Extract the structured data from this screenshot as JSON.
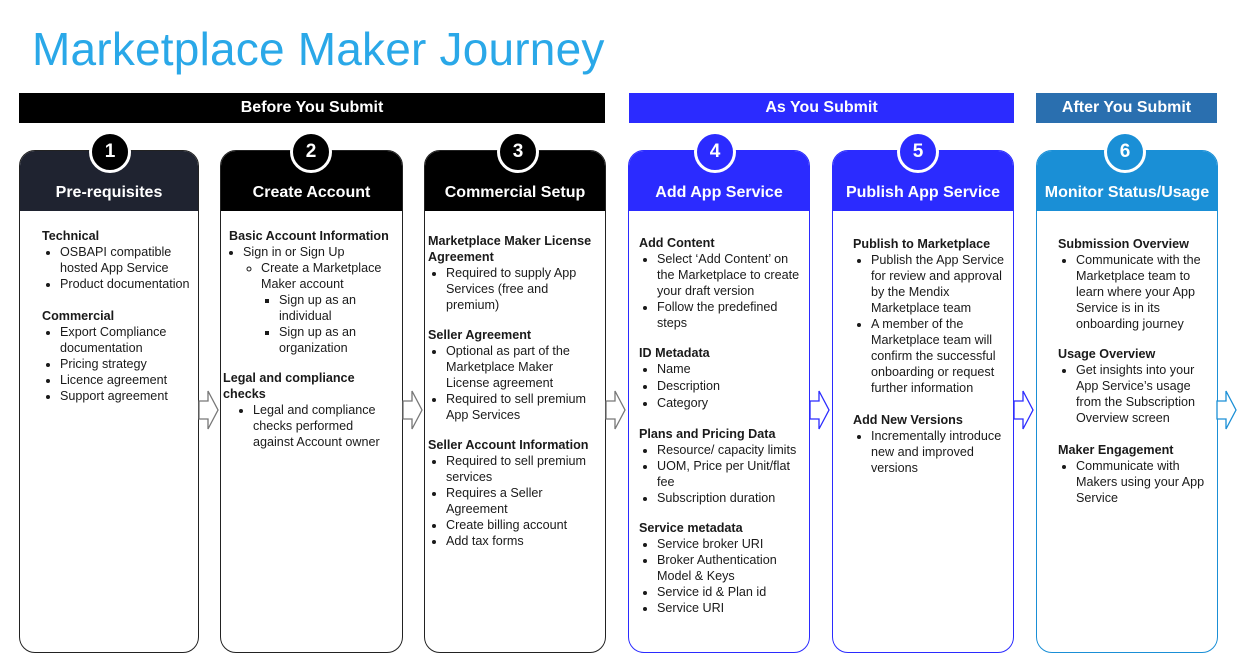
{
  "title": "Marketplace Maker Journey",
  "phases": {
    "before": "Before You Submit",
    "as": "As You Submit",
    "after": "After You Submit"
  },
  "colors": {
    "black": "#000000",
    "darkcard": "#1f2330",
    "blue": "#2b2bff",
    "cyan": "#1a8fd6",
    "afterbar": "#2a6faf",
    "title": "#2aa8e8"
  },
  "steps": [
    {
      "number": "1",
      "title": "Pre-requisites",
      "sections": [
        {
          "heading": "Technical",
          "items": [
            "OSBAPI compatible hosted App Service",
            "Product documentation"
          ]
        },
        {
          "heading": "Commercial",
          "items": [
            "Export Compliance documentation",
            "Pricing strategy",
            "Licence agreement",
            "Support agreement"
          ]
        }
      ]
    },
    {
      "number": "2",
      "title": "Create Account",
      "basic_heading": "Basic Account Information",
      "signin": "Sign in or Sign Up",
      "create_mp": "Create a Marketplace Maker account",
      "individual": "Sign up as an individual",
      "organization": "Sign up as an organization",
      "legal_heading": "Legal and compliance checks",
      "legal_item": "Legal and compliance checks performed against Account owner"
    },
    {
      "number": "3",
      "title": "Commercial Setup",
      "sections": [
        {
          "heading": "Marketplace Maker License Agreement",
          "items": [
            "Required to supply App Services (free and premium)"
          ]
        },
        {
          "heading": "Seller Agreement",
          "items": [
            "Optional as part of the Marketplace Maker License agreement",
            "Required to sell premium App Services"
          ]
        },
        {
          "heading": "Seller Account Information",
          "items": [
            "Required to sell premium services",
            "Requires a Seller Agreement",
            "Create billing account",
            "Add tax forms"
          ]
        }
      ]
    },
    {
      "number": "4",
      "title": "Add App Service",
      "sections": [
        {
          "heading": "Add Content",
          "items": [
            "Select ‘Add Content’ on the Marketplace to create your draft version",
            "Follow the predefined steps"
          ]
        },
        {
          "heading": "ID Metadata",
          "items": [
            "Name",
            "Description",
            "Category"
          ]
        },
        {
          "heading": "Plans and Pricing Data",
          "items": [
            "Resource/ capacity limits",
            "UOM, Price per Unit/flat fee",
            "Subscription duration"
          ]
        },
        {
          "heading": "Service metadata",
          "items": [
            "Service broker URI",
            "Broker Authentication Model & Keys",
            "Service id & Plan id",
            "Service URI"
          ]
        }
      ]
    },
    {
      "number": "5",
      "title": "Publish App Service",
      "sections": [
        {
          "heading": "Publish to Marketplace",
          "items": [
            "Publish the App Service for review and approval by the Mendix Marketplace team",
            "A member of the Marketplace team will confirm the successful onboarding or request further information"
          ]
        },
        {
          "heading": "Add New Versions",
          "items": [
            "Incrementally introduce new and improved versions"
          ]
        }
      ]
    },
    {
      "number": "6",
      "title": "Monitor Status/Usage",
      "sections": [
        {
          "heading": "Submission Overview",
          "items": [
            "Communicate with the Marketplace team to learn where your App Service is in its onboarding journey"
          ]
        },
        {
          "heading": "Usage Overview",
          "items": [
            "Get insights into your App Service’s usage from the Subscription Overview screen"
          ]
        },
        {
          "heading": "Maker Engagement",
          "items": [
            "Communicate with Makers using your App Service"
          ]
        }
      ]
    }
  ]
}
